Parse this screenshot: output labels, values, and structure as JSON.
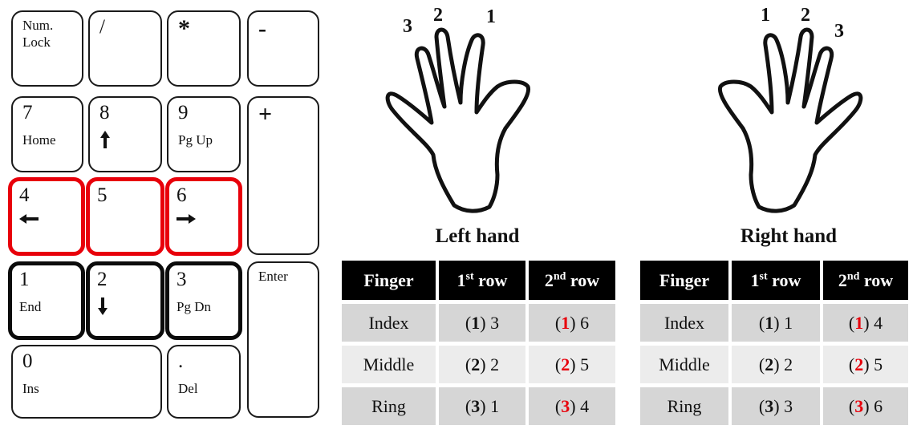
{
  "colors": {
    "highlight_home_row": "#e8000b",
    "highlight_row_2": "#0b0b0b"
  },
  "keypad": {
    "numlock": "Num.\nLock",
    "slash": "/",
    "star": "*",
    "minus": "-",
    "k7": {
      "main": "7",
      "sub": "Home"
    },
    "k8": {
      "main": "8",
      "arrow": "up-arrow-icon"
    },
    "k9": {
      "main": "9",
      "sub": "Pg Up"
    },
    "plus": "+",
    "k4": {
      "main": "4",
      "arrow": "left-arrow-icon"
    },
    "k5": {
      "main": "5"
    },
    "k6": {
      "main": "6",
      "arrow": "right-arrow-icon"
    },
    "k1": {
      "main": "1",
      "sub": "End"
    },
    "k2": {
      "main": "2",
      "arrow": "down-arrow-icon"
    },
    "k3": {
      "main": "3",
      "sub": "Pg Dn"
    },
    "enter": "Enter",
    "k0": {
      "main": "0",
      "sub": "Ins"
    },
    "kdot": {
      "main": ".",
      "sub": "Del"
    }
  },
  "left_hand": {
    "title": "Left hand",
    "finger_labels": [
      "3",
      "2",
      "1"
    ],
    "table": {
      "headers": {
        "finger": "Finger",
        "row1_num": "1",
        "row1_sup": "st",
        "row1_word": " row",
        "row2_num": "2",
        "row2_sup": "nd",
        "row2_word": " row"
      },
      "rows": [
        {
          "finger": "Index",
          "f": "1",
          "r1": "3",
          "r2": "6"
        },
        {
          "finger": "Middle",
          "f": "2",
          "r1": "2",
          "r2": "5"
        },
        {
          "finger": "Ring",
          "f": "3",
          "r1": "1",
          "r2": "4"
        }
      ]
    }
  },
  "right_hand": {
    "title": "Right hand",
    "finger_labels": [
      "1",
      "2",
      "3"
    ],
    "table": {
      "headers": {
        "finger": "Finger",
        "row1_num": "1",
        "row1_sup": "st",
        "row1_word": " row",
        "row2_num": "2",
        "row2_sup": "nd",
        "row2_word": " row"
      },
      "rows": [
        {
          "finger": "Index",
          "f": "1",
          "r1": "1",
          "r2": "4"
        },
        {
          "finger": "Middle",
          "f": "2",
          "r1": "2",
          "r2": "5"
        },
        {
          "finger": "Ring",
          "f": "3",
          "r1": "3",
          "r2": "6"
        }
      ]
    }
  }
}
